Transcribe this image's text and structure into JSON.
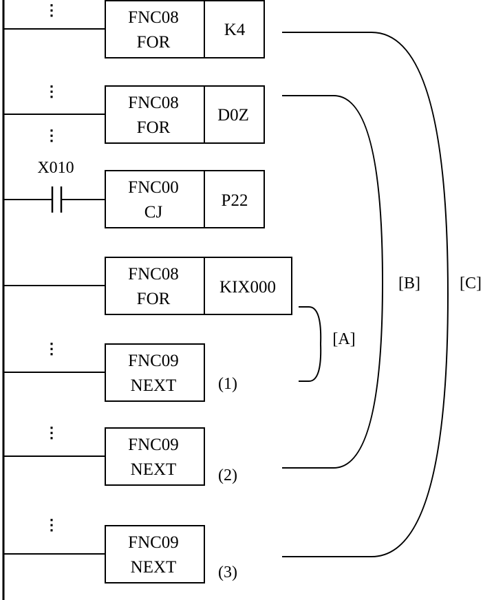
{
  "rungs": [
    {
      "fnc": "FNC08",
      "instr": "FOR",
      "operand": "K4",
      "number": ""
    },
    {
      "fnc": "FNC08",
      "instr": "FOR",
      "operand": "D0Z",
      "number": ""
    },
    {
      "fnc": "FNC00",
      "instr": "CJ",
      "operand": "P22",
      "number": "",
      "contact": "X010"
    },
    {
      "fnc": "FNC08",
      "instr": "FOR",
      "operand": "KIX000",
      "number": ""
    },
    {
      "fnc": "FNC09",
      "instr": "NEXT",
      "operand": "",
      "number": "(1)"
    },
    {
      "fnc": "FNC09",
      "instr": "NEXT",
      "operand": "",
      "number": "(2)"
    },
    {
      "fnc": "FNC09",
      "instr": "NEXT",
      "operand": "",
      "number": "(3)"
    }
  ],
  "brackets": {
    "a": "[A]",
    "b": "[B]",
    "c": "[C]"
  },
  "continuation_marker": "⋮"
}
